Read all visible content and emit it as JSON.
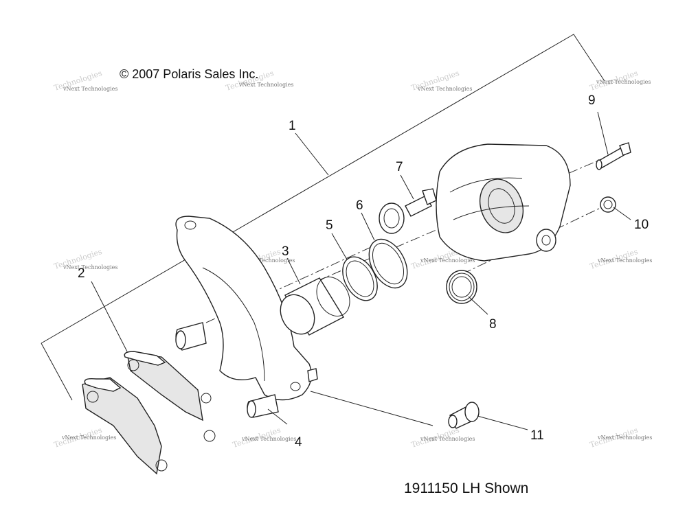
{
  "copyright": "© 2007 Polaris Sales Inc.",
  "caption": "1911150 LH Shown",
  "watermark": {
    "line1": "vNext Technologies",
    "line2": "Technologies"
  },
  "callouts": [
    {
      "id": "1",
      "label": "1"
    },
    {
      "id": "2",
      "label": "2"
    },
    {
      "id": "3",
      "label": "3"
    },
    {
      "id": "4",
      "label": "4"
    },
    {
      "id": "5",
      "label": "5"
    },
    {
      "id": "6",
      "label": "6"
    },
    {
      "id": "7",
      "label": "7"
    },
    {
      "id": "8",
      "label": "8"
    },
    {
      "id": "9",
      "label": "9"
    },
    {
      "id": "10",
      "label": "10"
    },
    {
      "id": "11",
      "label": "11"
    }
  ]
}
